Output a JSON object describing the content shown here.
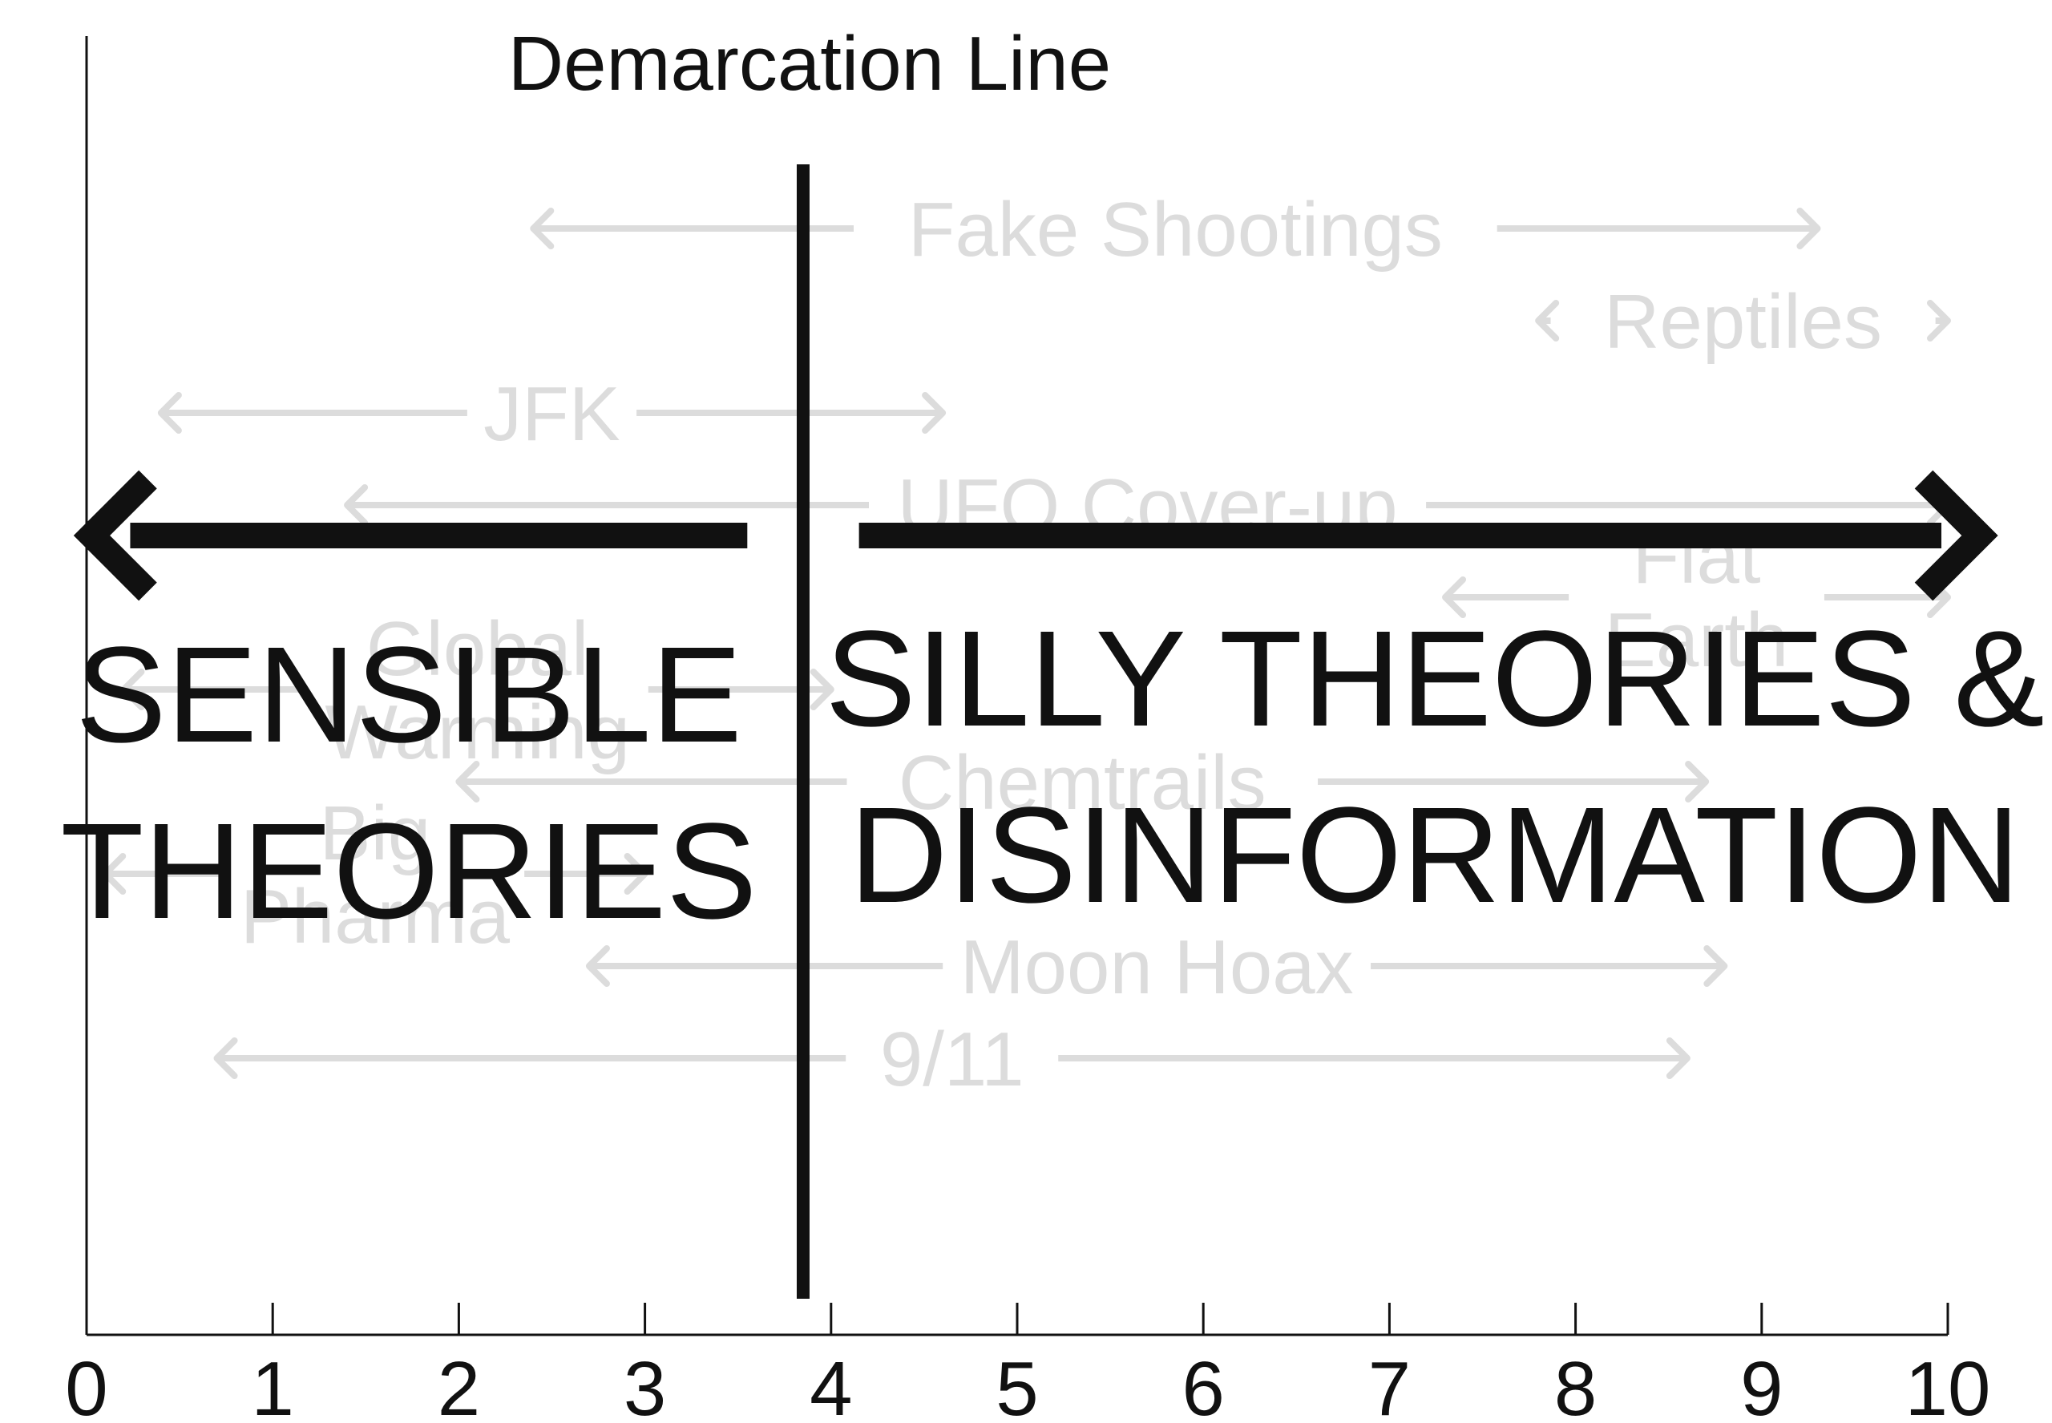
{
  "chart_data": {
    "type": "range",
    "title": "Demarcation Line",
    "xlim": [
      0,
      10
    ],
    "x_ticks": [
      "0",
      "1",
      "2",
      "3",
      "4",
      "5",
      "6",
      "7",
      "8",
      "9",
      "10"
    ],
    "demarcation_x": 3.85,
    "regions": [
      {
        "name": "sensible",
        "line1": "SENSIBLE",
        "line2": "THEORIES",
        "x_from": 0.2,
        "x_to": 3.55
      },
      {
        "name": "silly",
        "line1": "SILLY THEORIES &",
        "line2": "DISINFORMATION",
        "x_from": 4.15,
        "x_to": 10.0
      }
    ],
    "theories": [
      {
        "lines": [
          "Fake Shootings"
        ],
        "x_from": 2.4,
        "x_to": 9.3,
        "level": 1
      },
      {
        "lines": [
          "Reptiles"
        ],
        "x_from": 7.8,
        "x_to": 10.0,
        "level": 2
      },
      {
        "lines": [
          "JFK"
        ],
        "x_from": 0.4,
        "x_to": 4.6,
        "level": 3
      },
      {
        "lines": [
          "UFO Cover-up"
        ],
        "x_from": 1.4,
        "x_to": 10.0,
        "level": 4
      },
      {
        "lines": [
          "Flat",
          "Earth"
        ],
        "x_from": 7.3,
        "x_to": 10.0,
        "level": 5
      },
      {
        "lines": [
          "Global",
          "Warming"
        ],
        "x_from": 0.2,
        "x_to": 4.0,
        "level": 6
      },
      {
        "lines": [
          "Chemtrails"
        ],
        "x_from": 2.0,
        "x_to": 8.7,
        "level": 7
      },
      {
        "lines": [
          "Big",
          "Pharma"
        ],
        "x_from": 0.1,
        "x_to": 3.0,
        "level": 8
      },
      {
        "lines": [
          "Moon Hoax"
        ],
        "x_from": 2.7,
        "x_to": 8.8,
        "level": 9
      },
      {
        "lines": [
          "9/11"
        ],
        "x_from": 0.7,
        "x_to": 8.6,
        "level": 10
      }
    ],
    "colors": {
      "ink": "#111111",
      "faded": "#dcdcdc"
    }
  }
}
